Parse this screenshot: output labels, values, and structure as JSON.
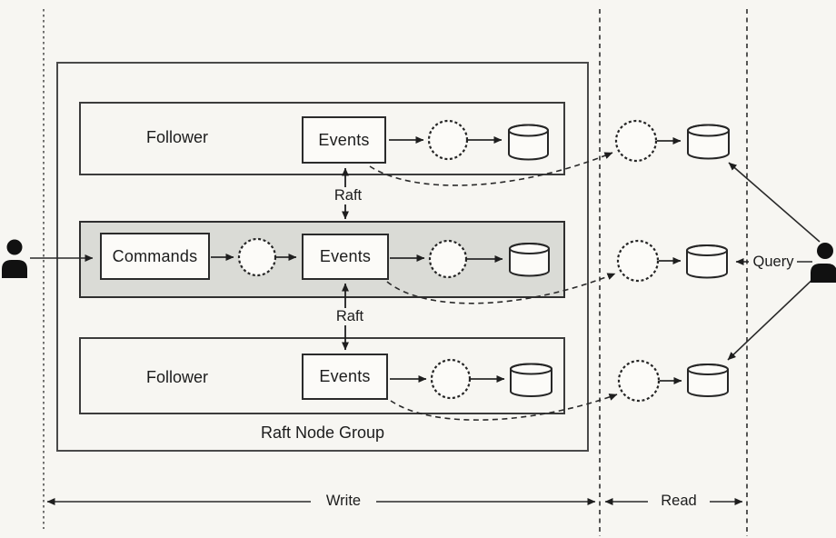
{
  "diagram": {
    "description": "Raft node group with event-sourced write side and replicated read side (CQRS style)",
    "write_side": {
      "group_label": "Raft Node Group",
      "raft_label_top": "Raft",
      "raft_label_bottom": "Raft",
      "rows": {
        "follower_top": {
          "role": "Follower",
          "events": "Events"
        },
        "leader": {
          "commands": "Commands",
          "events": "Events"
        },
        "follower_bottom": {
          "role": "Follower",
          "events": "Events"
        }
      }
    },
    "read_side": {
      "query_label": "Query"
    },
    "zones": {
      "write_label": "Write",
      "read_label": "Read"
    },
    "icons": {
      "left_user": "user-icon",
      "right_user": "user-icon",
      "circles": "processor-circle (dashed ring)",
      "cylinders": "data-store-cylinder"
    },
    "colors": {
      "background": "#f7f6f2",
      "line": "#2a2a2a",
      "leader_fill": "#dadbd6",
      "node_fill": "#fcfbf8"
    }
  }
}
